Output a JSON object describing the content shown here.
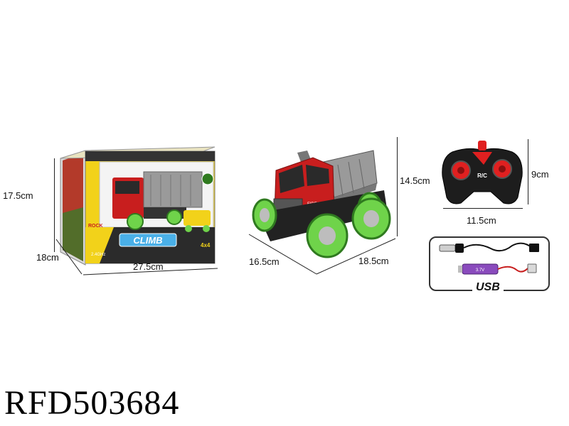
{
  "product_code": "RFD503684",
  "dimensions": {
    "box_height": "17.5cm",
    "box_depth": "18cm",
    "box_width": "27.5cm",
    "car_height": "14.5cm",
    "car_width": "16.5cm",
    "car_length": "18.5cm",
    "remote_height": "9cm",
    "remote_width": "11.5cm"
  },
  "accessories": {
    "label": "USB"
  },
  "packaging": {
    "front_brand": "CLIMB",
    "side_label": "ROCK",
    "badge": "4x4",
    "freq": "2.4GHz",
    "truck_text": "FIRE TRUCK"
  },
  "remote_label": "R/C",
  "battery_text": "3.7V",
  "colors": {
    "truck_red": "#c81e1e",
    "dump_bed": "#9a9a9a",
    "wheel_green": "#6fd34a",
    "box_yellow": "#f2d21a",
    "remote_black": "#1d1d1d",
    "button_red": "#e02020",
    "battery_purple": "#8a4bbd"
  }
}
